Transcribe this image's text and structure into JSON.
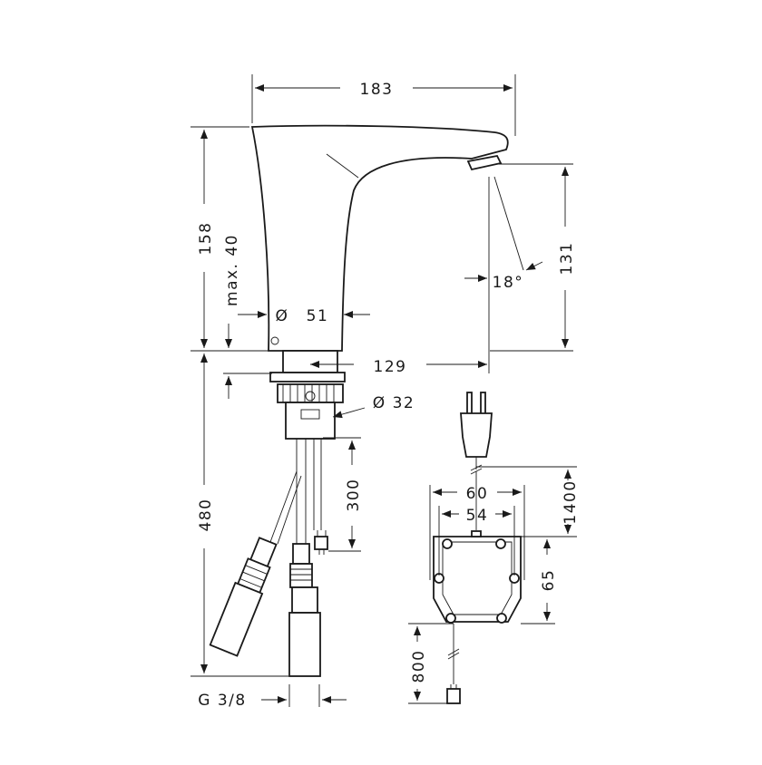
{
  "dimensions": {
    "spout_length": "183",
    "total_height": "158",
    "max_deck": "max. 40",
    "body_diameter_symbol": "Ø",
    "body_diameter": "51",
    "outlet_height": "131",
    "jet_angle": "18°",
    "projection": "129",
    "shank_diameter": "Ø 32",
    "hose_length": "480",
    "cable_length": "300",
    "connection_thread": "G 3/8",
    "box_width_outer": "60",
    "box_width_inner": "54",
    "box_height": "65",
    "power_cable_length": "1400",
    "sensor_cable_length": "800"
  }
}
